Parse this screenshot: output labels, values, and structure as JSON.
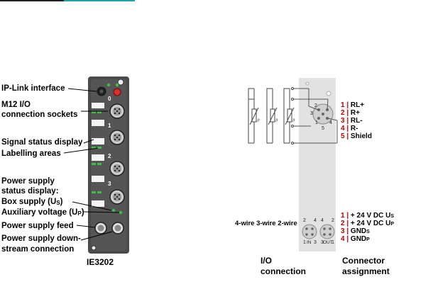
{
  "colors": {
    "accent_bar": "#1aa6a6",
    "device_body": "#4a4a4a",
    "pin_number": "#c00000",
    "led_green": "#3fbf3f",
    "led_red": "#d93030"
  },
  "device": {
    "labels": [
      "IP-Link interface",
      "M12 I/O connection sockets",
      "Signal status display",
      "Labelling areas",
      "Power supply status display: Box supply (U",
      "Auxiliary voltage (U",
      "Power supply feed",
      "Power supply down-stream connection"
    ],
    "label_lines": {
      "ip_link": "IP-Link interface",
      "m12_1": "M12 I/O",
      "m12_2": "connection sockets",
      "signal": "Signal status display",
      "labelling": "Labelling areas",
      "ps1": "Power supply",
      "ps2": "status display:",
      "ps3_pre": "Box supply (U",
      "ps3_sub": "S",
      "ps3_post": ")",
      "aux_pre": "Auxiliary voltage (U",
      "aux_sub": "P",
      "aux_post": ")",
      "feed": "Power supply feed",
      "down1": "Power supply down-",
      "down2": "stream connection"
    },
    "socket_numbers": [
      "0",
      "1",
      "2",
      "3"
    ],
    "model": "IE3202"
  },
  "io_connection": {
    "caption_line1": "I/O",
    "caption_line2": "connection",
    "wire_labels": "4-wire 3-wire 2-wire",
    "in_label": "IN",
    "out_label": "OUT",
    "upper_pins": [
      "2",
      "3",
      "1",
      "5",
      "4"
    ]
  },
  "connector_assignment": {
    "caption_line1": "Connector",
    "caption_line2": "assignment",
    "upper": [
      {
        "num": "1",
        "text": "RL+"
      },
      {
        "num": "2",
        "text": "R+"
      },
      {
        "num": "3",
        "text": "RL-"
      },
      {
        "num": "4",
        "text": "R-"
      },
      {
        "num": "5",
        "text": "Shield"
      }
    ],
    "lower": [
      {
        "num": "1",
        "text": "+ 24 V DC U",
        "sub": "S"
      },
      {
        "num": "2",
        "text": "+ 24 V DC U",
        "sub": "P"
      },
      {
        "num": "3",
        "text": "GND",
        "sub": "S"
      },
      {
        "num": "4",
        "text": "GND",
        "sub": "P"
      }
    ]
  }
}
